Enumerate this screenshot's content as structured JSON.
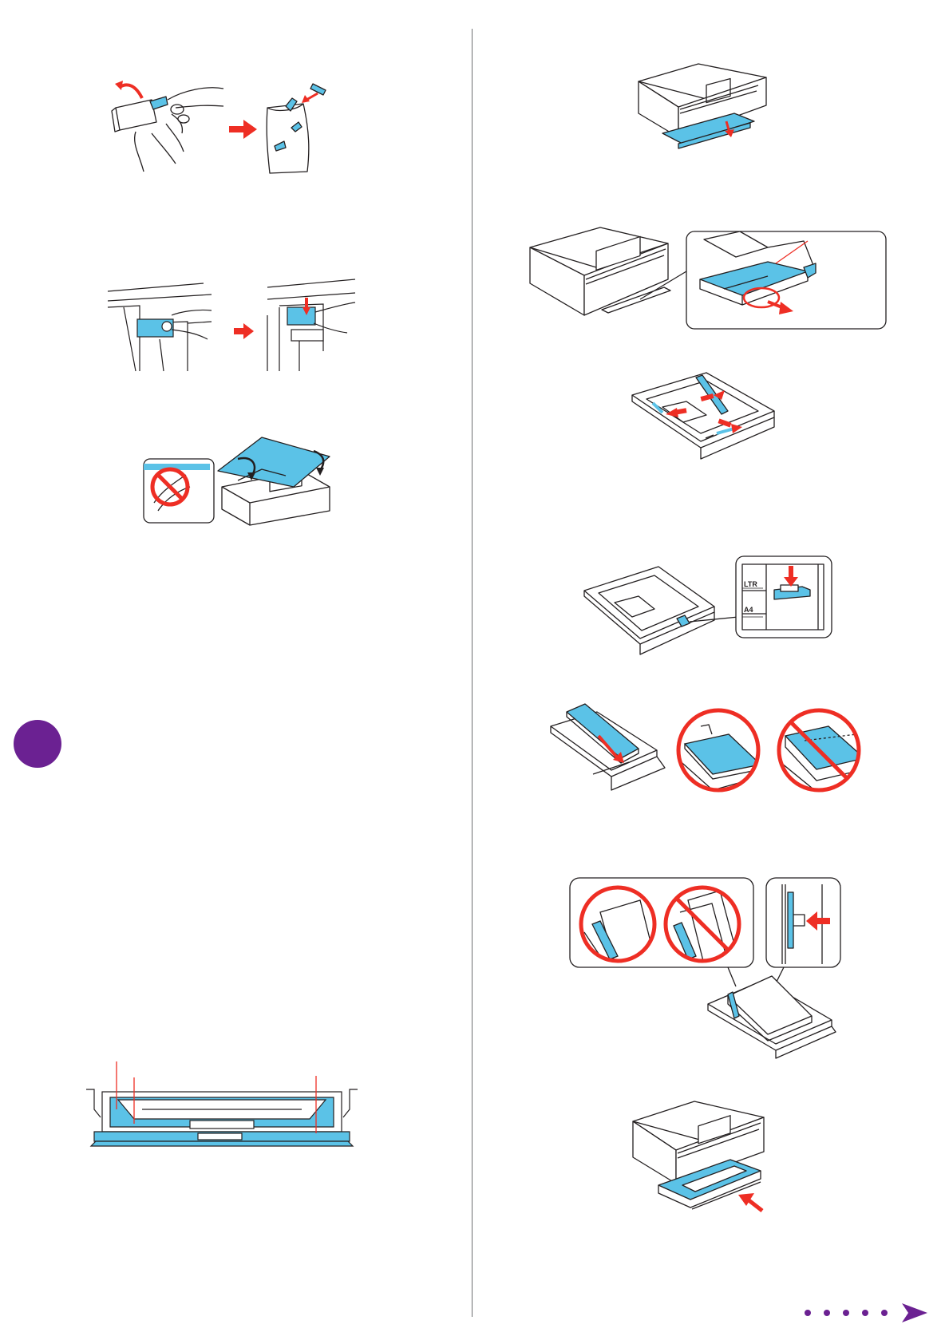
{
  "page": {
    "accent_color": "#6b2192",
    "illustration_blue": "#5bc2e7",
    "arrow_red": "#ee2e24",
    "line_color": "#231f20"
  },
  "icons": {
    "step_badge": "purple-circle-badge",
    "next_page": "dotted-arrow-next-icon",
    "prohibited": "red-no-symbol-icon"
  },
  "figures": {
    "paper_guide_labels": {
      "letter": "LTR",
      "a4": "A4"
    }
  }
}
